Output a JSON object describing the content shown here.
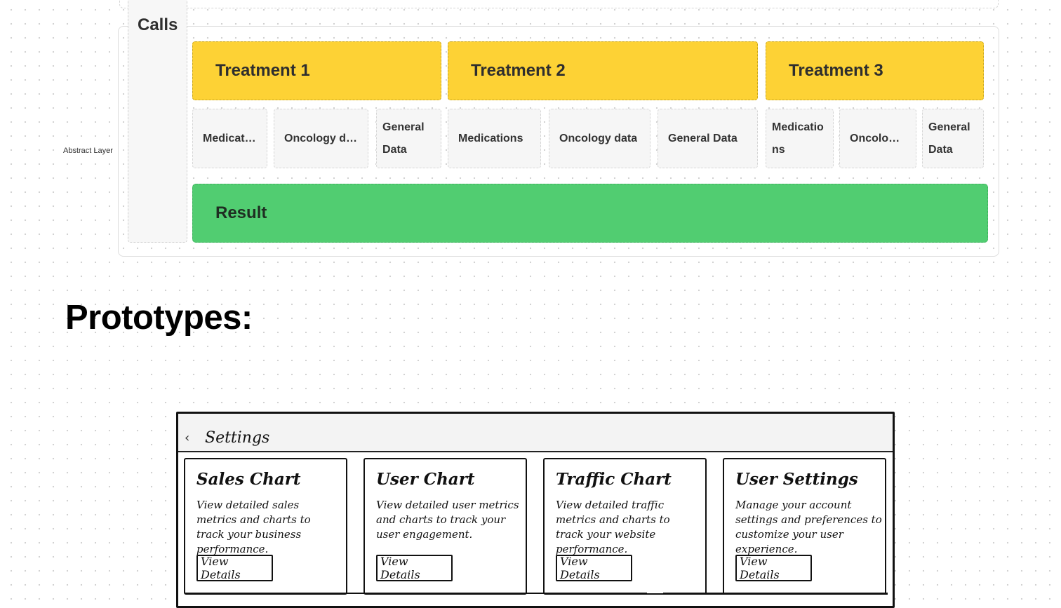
{
  "diagram": {
    "calls_label": "Calls",
    "abstract_layer_label": "Abstract Layer",
    "treatments": [
      "Treatment 1",
      "Treatment 2",
      "Treatment 3"
    ],
    "subs": {
      "t1_medications": "Medications",
      "t1_oncology": "Oncology data",
      "t1_general": "General Data",
      "t2_medications": "Medications",
      "t2_oncology": "Oncology data",
      "t2_general": "General Data",
      "t3_medications": "Medications",
      "t3_oncology": "Oncology data",
      "t3_general": "General Data"
    },
    "result_label": "Result"
  },
  "section_heading": "Prototypes:",
  "prototype": {
    "header_title": "Settings",
    "back_icon": "chevron-left-icon",
    "cards": [
      {
        "title": "Sales Chart",
        "description": "View detailed sales metrics and charts to track your business performance.",
        "button": "View Details"
      },
      {
        "title": "User Chart",
        "description": "View detailed user metrics and charts to track your user engagement.",
        "button": "View Details"
      },
      {
        "title": "Traffic Chart",
        "description": "View detailed traffic metrics and charts to track your website performance.",
        "button": "View Details"
      },
      {
        "title": "User Settings",
        "description": "Manage your account settings and preferences to customize your user experience.",
        "button": "View Details"
      }
    ]
  },
  "colors": {
    "treatment": "#fdd235",
    "result": "#51cd71"
  }
}
